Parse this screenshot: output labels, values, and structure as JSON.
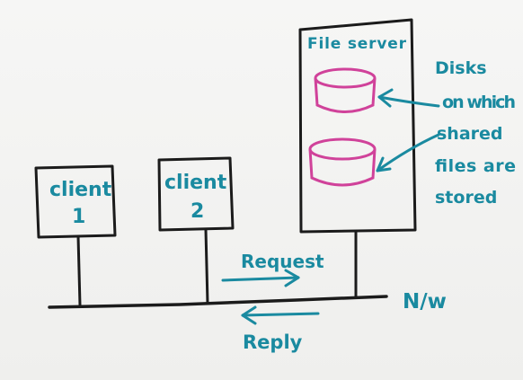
{
  "diagram": {
    "client1": {
      "line1": "client",
      "line2": "1"
    },
    "client2": {
      "line1": "client",
      "line2": "2"
    },
    "file_server": {
      "label": "File server"
    },
    "disk_note": {
      "lines": [
        "Disks",
        "on which",
        "shared",
        "files are",
        "stored"
      ]
    },
    "network_label": "N/w",
    "request_label": "Request",
    "reply_label": "Reply",
    "colors": {
      "ink_black": "#1b1b1b",
      "ink_teal": "#1a8aa0",
      "ink_pink": "#d0429a"
    }
  }
}
